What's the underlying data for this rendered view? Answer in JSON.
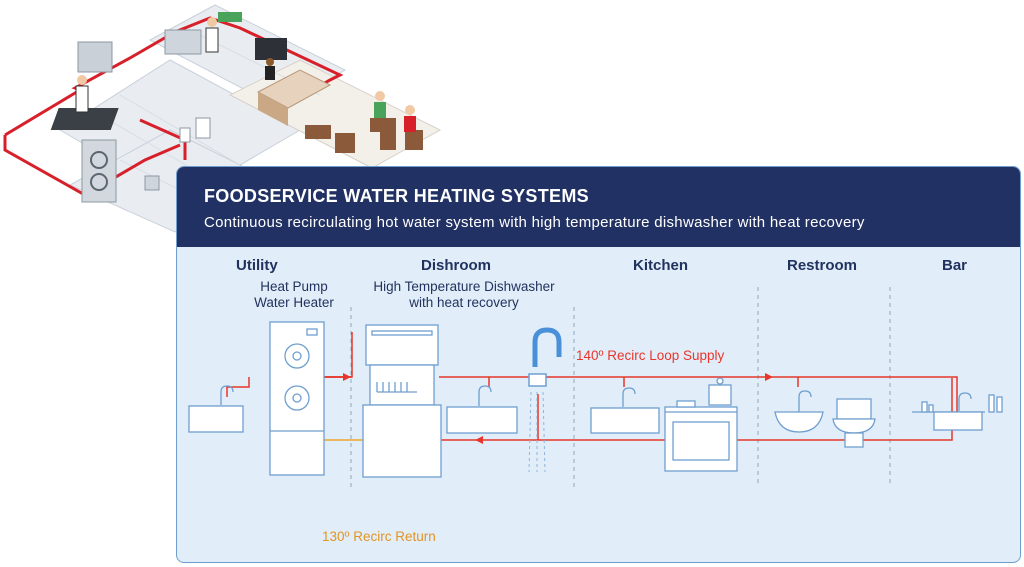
{
  "title": "FOODSERVICE WATER HEATING SYSTEMS",
  "subtitle": "Continuous recirculating hot water system with high temperature dishwasher with heat recovery",
  "sections": [
    "Utility",
    "Dishroom",
    "Kitchen",
    "Restroom",
    "Bar"
  ],
  "equipment": {
    "heat_pump_line1": "Heat Pump",
    "heat_pump_line2": "Water Heater",
    "dishwasher_line1": "High Temperature Dishwasher",
    "dishwasher_line2": "with heat recovery"
  },
  "flows": {
    "supply": "140º Recirc Loop Supply",
    "return": "130º Recirc Return"
  },
  "colors": {
    "supply": "#e8362b",
    "return": "#f0a62a",
    "navy": "#213163",
    "panel_bg": "#e1eef9",
    "equipment_outline": "#6f9fcf",
    "floor_pipe": "#d7202a"
  }
}
